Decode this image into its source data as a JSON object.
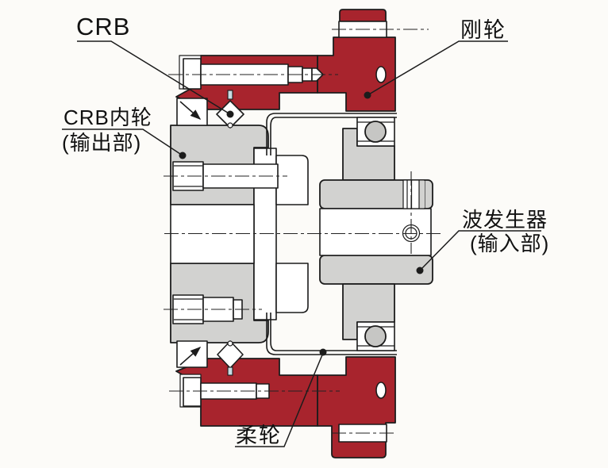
{
  "diagram": {
    "kind": "mechanical-cross-section",
    "labels": {
      "crb": "CRB",
      "rigid_spline": "刚轮",
      "crb_inner_1": "CRB内轮",
      "crb_inner_2": "(输出部)",
      "wave_generator_1": "波发生器",
      "wave_generator_2": "(输入部)",
      "flex_spline": "柔轮"
    },
    "colors": {
      "highlight_red": "#a8242d",
      "part_gray": "#d2d2d0",
      "line": "#1c1c1c",
      "background": "#fcfbf8"
    }
  }
}
